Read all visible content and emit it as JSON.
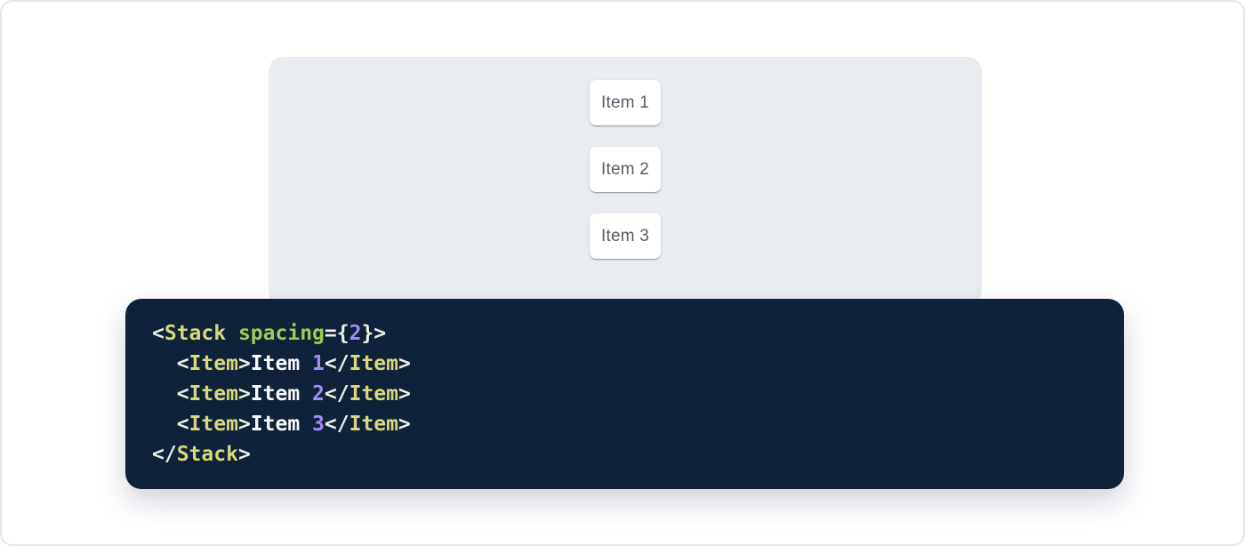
{
  "window": {
    "background": "#FFFFFF",
    "border_color": "#E3E6EB"
  },
  "demo": {
    "panel_color": "#E9ECF1",
    "items": [
      {
        "label": "Item 1"
      },
      {
        "label": "Item 2"
      },
      {
        "label": "Item 3"
      }
    ]
  },
  "code": {
    "background": "#0F2239",
    "syntax_colors": {
      "punctuation": "#EDEFE4",
      "tag": "#D9D77C",
      "attr_name": "#9CCC53",
      "number": "#A28CF8",
      "text": "#F8F9FB"
    },
    "source": "<Stack spacing={2}>\n  <Item>Item 1</Item>\n  <Item>Item 2</Item>\n  <Item>Item 3</Item>\n</Stack>",
    "lines": [
      [
        {
          "c": "punc",
          "v": "<"
        },
        {
          "c": "tag",
          "v": "Stack"
        },
        {
          "c": "attr",
          "v": " spacing"
        },
        {
          "c": "punc",
          "v": "={"
        },
        {
          "c": "num",
          "v": "2"
        },
        {
          "c": "punc",
          "v": "}>"
        }
      ],
      [
        {
          "c": "punc",
          "v": "  <"
        },
        {
          "c": "tag",
          "v": "Item"
        },
        {
          "c": "punc",
          "v": ">"
        },
        {
          "c": "text",
          "v": "Item "
        },
        {
          "c": "num",
          "v": "1"
        },
        {
          "c": "punc",
          "v": "</"
        },
        {
          "c": "tag",
          "v": "Item"
        },
        {
          "c": "punc",
          "v": ">"
        }
      ],
      [
        {
          "c": "punc",
          "v": "  <"
        },
        {
          "c": "tag",
          "v": "Item"
        },
        {
          "c": "punc",
          "v": ">"
        },
        {
          "c": "text",
          "v": "Item "
        },
        {
          "c": "num",
          "v": "2"
        },
        {
          "c": "punc",
          "v": "</"
        },
        {
          "c": "tag",
          "v": "Item"
        },
        {
          "c": "punc",
          "v": ">"
        }
      ],
      [
        {
          "c": "punc",
          "v": "  <"
        },
        {
          "c": "tag",
          "v": "Item"
        },
        {
          "c": "punc",
          "v": ">"
        },
        {
          "c": "text",
          "v": "Item "
        },
        {
          "c": "num",
          "v": "3"
        },
        {
          "c": "punc",
          "v": "</"
        },
        {
          "c": "tag",
          "v": "Item"
        },
        {
          "c": "punc",
          "v": ">"
        }
      ],
      [
        {
          "c": "punc",
          "v": "</"
        },
        {
          "c": "tag",
          "v": "Stack"
        },
        {
          "c": "punc",
          "v": ">"
        }
      ]
    ]
  }
}
